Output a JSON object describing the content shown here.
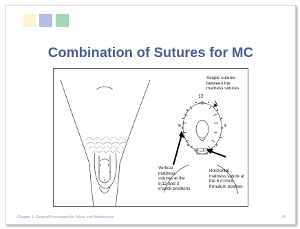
{
  "slide": {
    "title": "Combination of Sutures for MC",
    "decor_colors": [
      "#fcf6cf",
      "#b3bde8",
      "#9fd8b4"
    ]
  },
  "figure": {
    "clock_labels": {
      "twelve": "12",
      "nine": "9",
      "three": "3"
    },
    "annotations": {
      "simple_sutures": [
        "Simple sutures",
        "between the",
        "mattress sutures"
      ],
      "vertical_mattress": [
        "Vertical",
        "mattress",
        "sutures at the",
        "9,12 and 3",
        "o'clock positions"
      ],
      "horizontal_mattress": [
        "Horizontal",
        "mattress suture at",
        "the 6 o'clock",
        "frenulum position"
      ]
    }
  },
  "footer": {
    "chapter": "Chapter 5: Surgical Procedures for Adults and Adolescents",
    "page": "14"
  }
}
